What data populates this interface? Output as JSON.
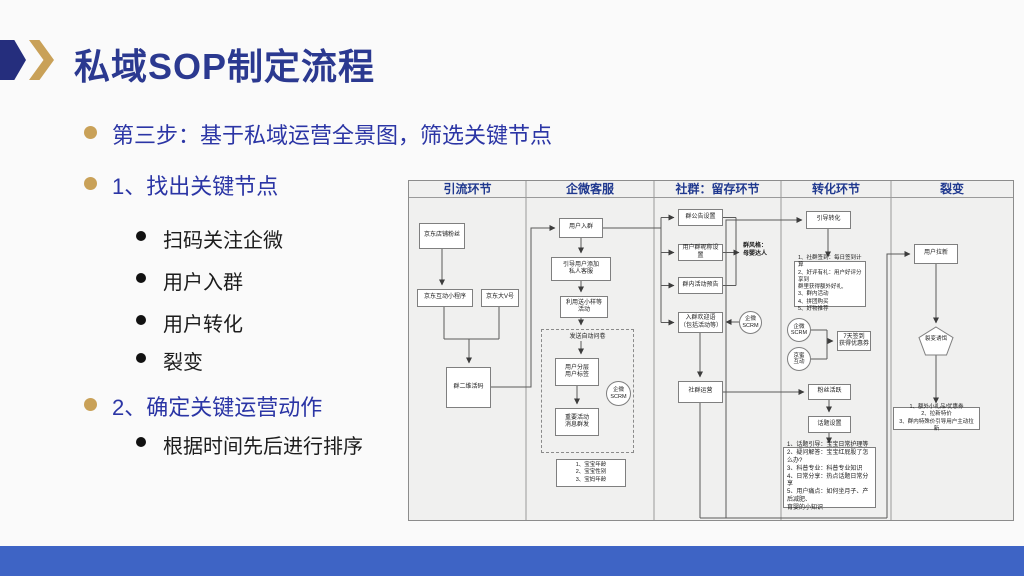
{
  "title": "私域SOP制定流程",
  "accent": {
    "navy": "#252e7d",
    "gold": "#c9a158",
    "bullet_blue": "#2b35a5",
    "header_blue": "#20398f",
    "footer_blue": "#3e64c5"
  },
  "bullets": {
    "step": "第三步：基于私域运营全景图，筛选关键节点",
    "point1": "1、找出关键节点",
    "point1_sub": [
      "扫码关注企微",
      "用户入群",
      "用户转化",
      "裂变"
    ],
    "point2": "2、确定关键运营动作",
    "point2_sub": [
      "根据时间先后进行排序"
    ]
  },
  "flowchart": {
    "headers": [
      "引流环节",
      "企微客服",
      "社群：留存环节",
      "转化环节",
      "裂变"
    ],
    "nodes": {
      "jd_store_fans": "京东店铺粉丝",
      "jd_miniprogram": "京东互动小程序",
      "jd_big_account": "京东大V号",
      "group_qr": "群二维活码",
      "user_join": "用户入群",
      "guide_add": "引导用户添加\n私人客服",
      "sample_activity": "利用送小样等\n活动",
      "auto_survey_label": "发送自动问卷",
      "user_tier": "用户分层\n用户标签",
      "scrm1": "企微\nSCRM",
      "msg_broadcast": "重要活动\n消息群发",
      "survey_items": "1、宝宝年龄\n2、宝宝性别\n3、宝妈年龄",
      "announce": "群公告设置",
      "nickname": "用户群昵称设置",
      "group_style_note": "群风格：\n母婴达人",
      "activity_preview": "群内活动预告",
      "welcome": "入群欢迎语\n（包括活动等）",
      "scrm2": "企微\nSCRM",
      "community_op": "社群运营",
      "guide_convert": "引导转化",
      "convert_items": "1、社群签到：每日签到计算\n2、好评有礼：用户好评分享到\n群里获得额外好礼,\n3、群内活动\n4、拼团购买\n5、好物推荐",
      "scrm3": "企微\nSCRM",
      "jingmi": "京蜜\n互动",
      "signin7": "7天签到\n获得优惠券",
      "fans_active": "粉丝活跃",
      "topic_set": "话题设置",
      "topic_items": "1、话题引导：宝宝日常护理等\n2、疑问解答：宝宝红屁股了怎么办?\n3、科普专业：科普专业知识\n4、日常分享：热点话题日常分享\n5、用户痛点：如何坐月子、产后减肥、\n育婴的小知识",
      "user_acquire": "用户拉新",
      "fission_bait": "裂变诱饵",
      "fission_items": "1、额外小礼品/优惠券\n2、拉新特价\n3、群内特殊价引导用户主动拉新"
    }
  }
}
